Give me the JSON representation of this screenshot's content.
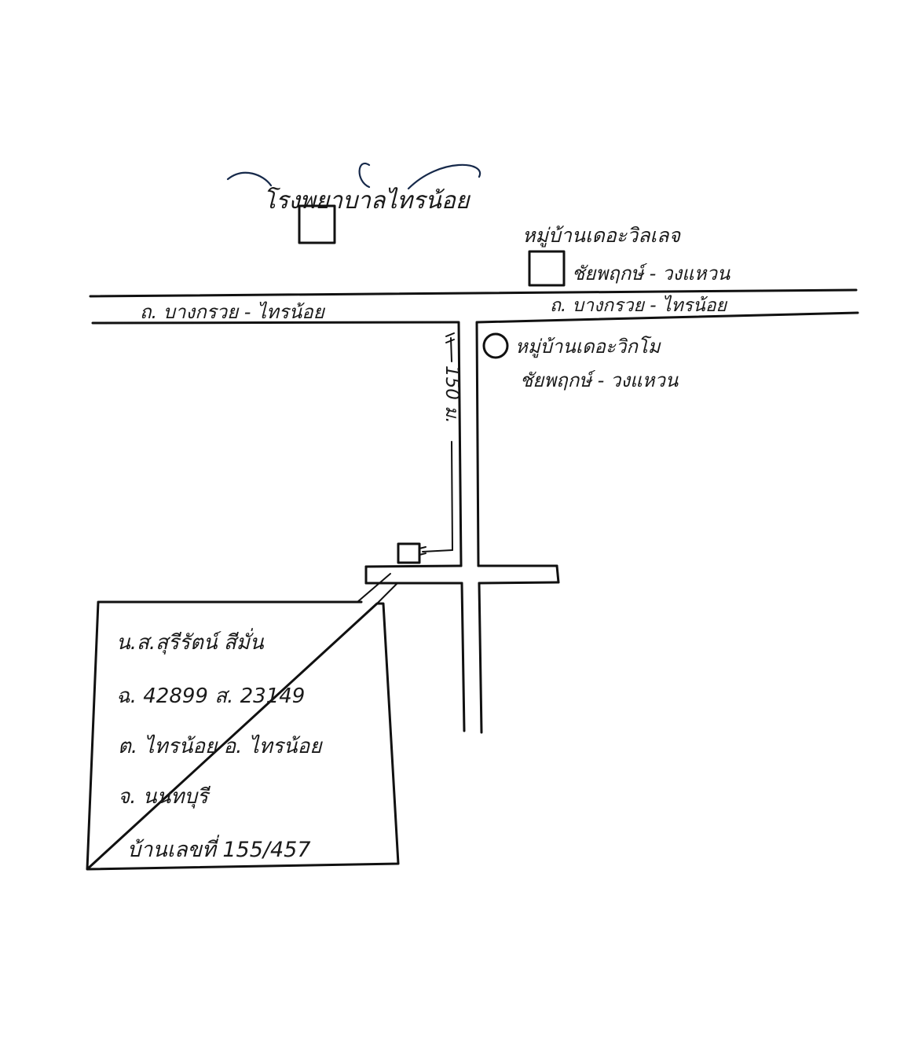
{
  "landmarks": {
    "hospital": "โรงพยาบาลไทรน้อย",
    "village_top_line1": "หมู่บ้านเดอะวิลเลจ",
    "village_top_line2": "ชัยพฤกษ์ - วงแหวน",
    "village_bottom_line1": "หมู่บ้านเดอะวิกโม",
    "village_bottom_line2": "ชัยพฤกษ์ - วงแหวน"
  },
  "roads": {
    "main_road_left": "ถ. บางกรวย - ไทรน้อย",
    "main_road_right": "ถ. บางกรวย - ไทรน้อย",
    "distance": "150 ม."
  },
  "info_box": {
    "owner": "น.ส.สุรีรัตน์ สีมั่น",
    "deed": "ฉ. 42899 ส. 23149",
    "subdistrict_district": "ต. ไทรน้อย อ. ไทรน้อย",
    "province": "จ. นนทบุรี",
    "house_number": "บ้านเลขที่ 155/457"
  }
}
